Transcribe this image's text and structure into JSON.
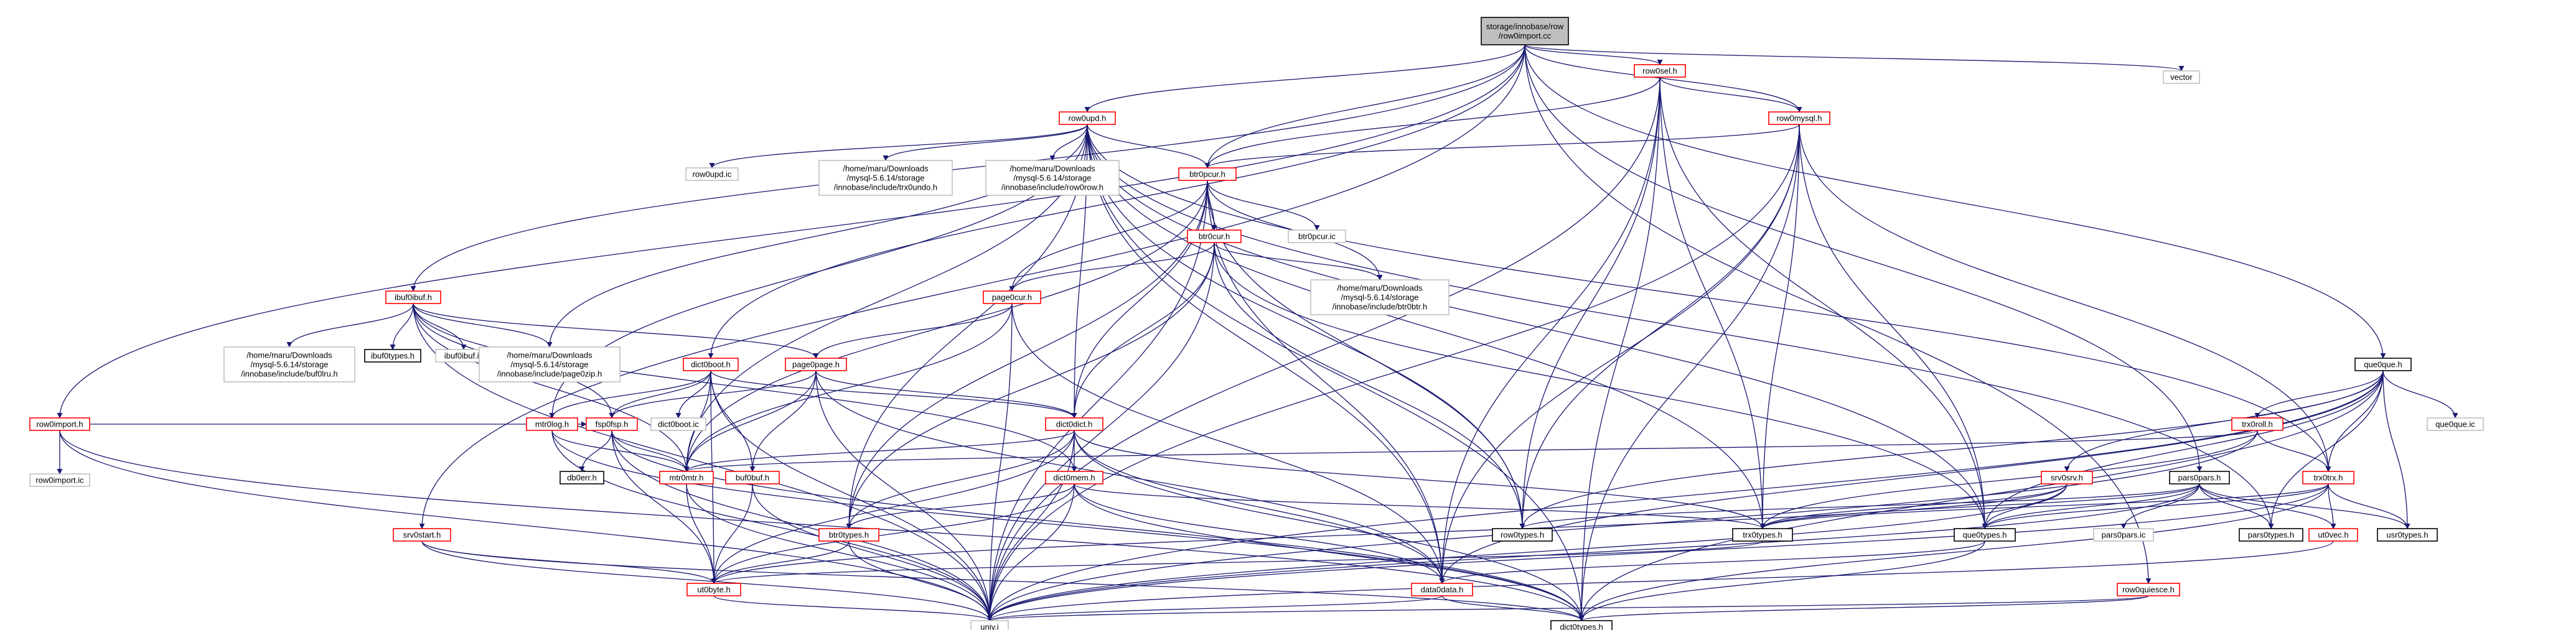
{
  "nodes": [
    {
      "id": "root",
      "style": "root",
      "lines": [
        "storage/innobase/row",
        "/row0import.cc"
      ]
    },
    {
      "id": "vector",
      "style": "plain",
      "lines": [
        "vector"
      ]
    },
    {
      "id": "row0import_h",
      "style": "link",
      "lines": [
        "row0import.h"
      ]
    },
    {
      "id": "row0import_ic",
      "style": "plain",
      "lines": [
        "row0import.ic"
      ]
    },
    {
      "id": "ibuf0ibuf_h",
      "style": "link",
      "lines": [
        "ibuf0ibuf.h"
      ]
    },
    {
      "id": "ibuf_dl",
      "style": "plain",
      "lines": [
        "/home/maru/Downloads",
        "/mysql-5.6.14/storage",
        "/innobase/include/buf0lru.h"
      ]
    },
    {
      "id": "ibuf0types_h",
      "style": "black",
      "lines": [
        "ibuf0types.h"
      ]
    },
    {
      "id": "ibuf0ibuf_ic",
      "style": "plain",
      "lines": [
        "ibuf0ibuf.ic"
      ]
    },
    {
      "id": "pagezip_dl",
      "style": "plain",
      "lines": [
        "/home/maru/Downloads",
        "/mysql-5.6.14/storage",
        "/innobase/include/page0zip.h"
      ]
    },
    {
      "id": "row0upd_h",
      "style": "link",
      "lines": [
        "row0upd.h"
      ]
    },
    {
      "id": "row0upd_ic",
      "style": "plain",
      "lines": [
        "row0upd.ic"
      ]
    },
    {
      "id": "trx0undo_dl",
      "style": "plain",
      "lines": [
        "/home/maru/Downloads",
        "/mysql-5.6.14/storage",
        "/innobase/include/trx0undo.h"
      ]
    },
    {
      "id": "row0row_dl",
      "style": "plain",
      "lines": [
        "/home/maru/Downloads",
        "/mysql-5.6.14/storage",
        "/innobase/include/row0row.h"
      ]
    },
    {
      "id": "btr0pcur_h",
      "style": "link",
      "lines": [
        "btr0pcur.h"
      ]
    },
    {
      "id": "btr0pcur_ic",
      "style": "plain",
      "lines": [
        "btr0pcur.ic"
      ]
    },
    {
      "id": "btr0cur_h",
      "style": "link",
      "lines": [
        "btr0cur.h"
      ]
    },
    {
      "id": "btr0btr_dl",
      "style": "plain",
      "lines": [
        "/home/maru/Downloads",
        "/mysql-5.6.14/storage",
        "/innobase/include/btr0btr.h"
      ]
    },
    {
      "id": "page0cur_h",
      "style": "link",
      "lines": [
        "page0cur.h"
      ]
    },
    {
      "id": "page0page_h",
      "style": "link",
      "lines": [
        "page0page.h"
      ]
    },
    {
      "id": "dict0boot_h",
      "style": "link",
      "lines": [
        "dict0boot.h"
      ]
    },
    {
      "id": "dict0boot_ic",
      "style": "plain",
      "lines": [
        "dict0boot.ic"
      ]
    },
    {
      "id": "mtr0log_h",
      "style": "link",
      "lines": [
        "mtr0log.h"
      ]
    },
    {
      "id": "fsp0fsp_h",
      "style": "link",
      "lines": [
        "fsp0fsp.h"
      ]
    },
    {
      "id": "db0err_h",
      "style": "black",
      "lines": [
        "db0err.h"
      ]
    },
    {
      "id": "mtr0mtr_h",
      "style": "link",
      "lines": [
        "mtr0mtr.h"
      ]
    },
    {
      "id": "buf0buf_h",
      "style": "link",
      "lines": [
        "buf0buf.h"
      ]
    },
    {
      "id": "dict0dict_h",
      "style": "link",
      "lines": [
        "dict0dict.h"
      ]
    },
    {
      "id": "dict0mem_h",
      "style": "link",
      "lines": [
        "dict0mem.h"
      ]
    },
    {
      "id": "btr0types_h",
      "style": "link",
      "lines": [
        "btr0types.h"
      ]
    },
    {
      "id": "row0types_h",
      "style": "black",
      "lines": [
        "row0types.h"
      ]
    },
    {
      "id": "trx0types_h",
      "style": "black",
      "lines": [
        "trx0types.h"
      ]
    },
    {
      "id": "que0types_h",
      "style": "black",
      "lines": [
        "que0types.h"
      ]
    },
    {
      "id": "srv0start_h",
      "style": "link",
      "lines": [
        "srv0start.h"
      ]
    },
    {
      "id": "ut0byte_h",
      "style": "link",
      "lines": [
        "ut0byte.h"
      ]
    },
    {
      "id": "data0data_h",
      "style": "link",
      "lines": [
        "data0data.h"
      ]
    },
    {
      "id": "univ_i",
      "style": "plain",
      "lines": [
        "univ.i"
      ]
    },
    {
      "id": "dict0types_h",
      "style": "black",
      "lines": [
        "dict0types.h"
      ]
    },
    {
      "id": "row0sel_h",
      "style": "link",
      "lines": [
        "row0sel.h"
      ]
    },
    {
      "id": "row0mysql_h",
      "style": "link",
      "lines": [
        "row0mysql.h"
      ]
    },
    {
      "id": "que0que_h",
      "style": "black",
      "lines": [
        "que0que.h"
      ]
    },
    {
      "id": "que0que_ic",
      "style": "plain",
      "lines": [
        "que0que.ic"
      ]
    },
    {
      "id": "trx0roll_h",
      "style": "link",
      "lines": [
        "trx0roll.h"
      ]
    },
    {
      "id": "trx0trx_h",
      "style": "link",
      "lines": [
        "trx0trx.h"
      ]
    },
    {
      "id": "srv0srv_h",
      "style": "link",
      "lines": [
        "srv0srv.h"
      ]
    },
    {
      "id": "pars0pars_h",
      "style": "black",
      "lines": [
        "pars0pars.h"
      ]
    },
    {
      "id": "pars0pars_ic",
      "style": "plain",
      "lines": [
        "pars0pars.ic"
      ]
    },
    {
      "id": "pars0types_h",
      "style": "black",
      "lines": [
        "pars0types.h"
      ]
    },
    {
      "id": "usr0types_h",
      "style": "black",
      "lines": [
        "usr0types.h"
      ]
    },
    {
      "id": "ut0vec_h",
      "style": "link",
      "lines": [
        "ut0vec.h"
      ]
    },
    {
      "id": "row0quiesce_h",
      "style": "link",
      "lines": [
        "row0quiesce.h"
      ]
    }
  ],
  "edges": [
    [
      "root",
      "vector"
    ],
    [
      "root",
      "row0import_h"
    ],
    [
      "root",
      "ibuf0ibuf_h"
    ],
    [
      "root",
      "row0upd_h"
    ],
    [
      "root",
      "btr0pcur_h"
    ],
    [
      "root",
      "dict0boot_h"
    ],
    [
      "root",
      "srv0start_h"
    ],
    [
      "root",
      "row0sel_h"
    ],
    [
      "root",
      "row0mysql_h"
    ],
    [
      "root",
      "que0que_h"
    ],
    [
      "root",
      "pars0pars_h"
    ],
    [
      "root",
      "row0quiesce_h"
    ],
    [
      "row0import_h",
      "row0import_ic"
    ],
    [
      "row0import_h",
      "dict0types_h"
    ],
    [
      "row0import_h",
      "univ_i"
    ],
    [
      "row0import_h",
      "fsp0fsp_h"
    ],
    [
      "ibuf0ibuf_h",
      "ibuf_dl"
    ],
    [
      "ibuf0ibuf_h",
      "ibuf0types_h"
    ],
    [
      "ibuf0ibuf_h",
      "ibuf0ibuf_ic"
    ],
    [
      "ibuf0ibuf_h",
      "pagezip_dl"
    ],
    [
      "ibuf0ibuf_h",
      "page0page_h"
    ],
    [
      "ibuf0ibuf_h",
      "mtr0mtr_h"
    ],
    [
      "ibuf0ibuf_h",
      "fsp0fsp_h"
    ],
    [
      "ibuf0ibuf_h",
      "dict0mem_h"
    ],
    [
      "ibuf0ibuf_h",
      "univ_i"
    ],
    [
      "row0upd_h",
      "row0upd_ic"
    ],
    [
      "row0upd_h",
      "trx0undo_dl"
    ],
    [
      "row0upd_h",
      "row0row_dl"
    ],
    [
      "row0upd_h",
      "btr0pcur_h"
    ],
    [
      "row0upd_h",
      "pagezip_dl"
    ],
    [
      "row0upd_h",
      "mtr0log_h"
    ],
    [
      "row0upd_h",
      "dict0types_h"
    ],
    [
      "row0upd_h",
      "data0data_h"
    ],
    [
      "row0upd_h",
      "row0types_h"
    ],
    [
      "row0upd_h",
      "trx0types_h"
    ],
    [
      "row0upd_h",
      "btr0types_h"
    ],
    [
      "row0upd_h",
      "que0types_h"
    ],
    [
      "row0upd_h",
      "pars0types_h"
    ],
    [
      "row0upd_h",
      "trx0trx_h"
    ],
    [
      "row0upd_h",
      "dict0dict_h"
    ],
    [
      "row0upd_h",
      "mtr0mtr_h"
    ],
    [
      "btr0pcur_h",
      "btr0pcur_ic"
    ],
    [
      "btr0pcur_h",
      "btr0cur_h"
    ],
    [
      "btr0pcur_h",
      "btr0btr_dl"
    ],
    [
      "btr0pcur_h",
      "page0cur_h"
    ],
    [
      "btr0pcur_h",
      "dict0dict_h"
    ],
    [
      "btr0pcur_h",
      "data0data_h"
    ],
    [
      "btr0pcur_h",
      "mtr0mtr_h"
    ],
    [
      "btr0pcur_h",
      "btr0types_h"
    ],
    [
      "btr0pcur_h",
      "univ_i"
    ],
    [
      "btr0pcur_h",
      "row0types_h"
    ],
    [
      "btr0cur_h",
      "btr0btr_dl"
    ],
    [
      "btr0cur_h",
      "page0cur_h"
    ],
    [
      "btr0cur_h",
      "dict0dict_h"
    ],
    [
      "btr0cur_h",
      "btr0types_h"
    ],
    [
      "btr0cur_h",
      "row0types_h"
    ],
    [
      "btr0cur_h",
      "que0types_h"
    ],
    [
      "btr0cur_h",
      "univ_i"
    ],
    [
      "page0cur_h",
      "page0page_h"
    ],
    [
      "page0cur_h",
      "univ_i"
    ],
    [
      "page0cur_h",
      "mtr0mtr_h"
    ],
    [
      "page0cur_h",
      "data0data_h"
    ],
    [
      "page0page_h",
      "fsp0fsp_h"
    ],
    [
      "page0page_h",
      "mtr0mtr_h"
    ],
    [
      "page0page_h",
      "buf0buf_h"
    ],
    [
      "page0page_h",
      "dict0dict_h"
    ],
    [
      "page0page_h",
      "data0data_h"
    ],
    [
      "page0page_h",
      "univ_i"
    ],
    [
      "dict0boot_h",
      "dict0boot_ic"
    ],
    [
      "dict0boot_h",
      "mtr0log_h"
    ],
    [
      "dict0boot_h",
      "fsp0fsp_h"
    ],
    [
      "dict0boot_h",
      "mtr0mtr_h"
    ],
    [
      "dict0boot_h",
      "buf0buf_h"
    ],
    [
      "dict0boot_h",
      "dict0dict_h"
    ],
    [
      "dict0boot_h",
      "ut0byte_h"
    ],
    [
      "dict0boot_h",
      "univ_i"
    ],
    [
      "mtr0log_h",
      "mtr0mtr_h"
    ],
    [
      "mtr0log_h",
      "dict0types_h"
    ],
    [
      "mtr0log_h",
      "univ_i"
    ],
    [
      "fsp0fsp_h",
      "db0err_h"
    ],
    [
      "fsp0fsp_h",
      "mtr0mtr_h"
    ],
    [
      "fsp0fsp_h",
      "ut0byte_h"
    ],
    [
      "fsp0fsp_h",
      "univ_i"
    ],
    [
      "fsp0fsp_h",
      "dict0types_h"
    ],
    [
      "mtr0mtr_h",
      "ut0byte_h"
    ],
    [
      "mtr0mtr_h",
      "univ_i"
    ],
    [
      "buf0buf_h",
      "ut0byte_h"
    ],
    [
      "buf0buf_h",
      "univ_i"
    ],
    [
      "dict0dict_h",
      "dict0mem_h"
    ],
    [
      "dict0dict_h",
      "data0data_h"
    ],
    [
      "dict0dict_h",
      "dict0types_h"
    ],
    [
      "dict0dict_h",
      "trx0types_h"
    ],
    [
      "dict0dict_h",
      "univ_i"
    ],
    [
      "dict0dict_h",
      "ut0byte_h"
    ],
    [
      "dict0dict_h",
      "btr0types_h"
    ],
    [
      "dict0dict_h",
      "mtr0mtr_h"
    ],
    [
      "dict0mem_h",
      "btr0types_h"
    ],
    [
      "dict0mem_h",
      "dict0types_h"
    ],
    [
      "dict0mem_h",
      "data0data_h"
    ],
    [
      "dict0mem_h",
      "ut0byte_h"
    ],
    [
      "dict0mem_h",
      "univ_i"
    ],
    [
      "dict0mem_h",
      "trx0types_h"
    ],
    [
      "btr0types_h",
      "univ_i"
    ],
    [
      "btr0types_h",
      "ut0byte_h"
    ],
    [
      "trx0types_h",
      "ut0byte_h"
    ],
    [
      "que0types_h",
      "data0data_h"
    ],
    [
      "que0types_h",
      "dict0types_h"
    ],
    [
      "srv0start_h",
      "ut0byte_h"
    ],
    [
      "srv0start_h",
      "univ_i"
    ],
    [
      "srv0start_h",
      "dict0types_h"
    ],
    [
      "ut0byte_h",
      "univ_i"
    ],
    [
      "data0data_h",
      "univ_i"
    ],
    [
      "data0data_h",
      "dict0types_h"
    ],
    [
      "row0sel_h",
      "row0mysql_h"
    ],
    [
      "row0sel_h",
      "btr0pcur_h"
    ],
    [
      "row0sel_h",
      "row0types_h"
    ],
    [
      "row0sel_h",
      "trx0types_h"
    ],
    [
      "row0sel_h",
      "que0types_h"
    ],
    [
      "row0sel_h",
      "dict0types_h"
    ],
    [
      "row0sel_h",
      "data0data_h"
    ],
    [
      "row0sel_h",
      "univ_i"
    ],
    [
      "row0mysql_h",
      "btr0pcur_h"
    ],
    [
      "row0mysql_h",
      "trx0trx_h"
    ],
    [
      "row0mysql_h",
      "row0types_h"
    ],
    [
      "row0mysql_h",
      "trx0types_h"
    ],
    [
      "row0mysql_h",
      "que0types_h"
    ],
    [
      "row0mysql_h",
      "data0data_h"
    ],
    [
      "row0mysql_h",
      "univ_i"
    ],
    [
      "row0mysql_h",
      "dict0types_h"
    ],
    [
      "que0que_h",
      "que0que_ic"
    ],
    [
      "que0que_h",
      "trx0roll_h"
    ],
    [
      "que0que_h",
      "trx0trx_h"
    ],
    [
      "que0que_h",
      "srv0srv_h"
    ],
    [
      "que0que_h",
      "usr0types_h"
    ],
    [
      "que0que_h",
      "row0types_h"
    ],
    [
      "que0que_h",
      "pars0types_h"
    ],
    [
      "que0que_h",
      "que0types_h"
    ],
    [
      "que0que_h",
      "dict0types_h"
    ],
    [
      "que0que_h",
      "univ_i"
    ],
    [
      "que0que_h",
      "data0data_h"
    ],
    [
      "trx0roll_h",
      "trx0trx_h"
    ],
    [
      "trx0roll_h",
      "trx0types_h"
    ],
    [
      "trx0roll_h",
      "mtr0mtr_h"
    ],
    [
      "trx0roll_h",
      "univ_i"
    ],
    [
      "trx0trx_h",
      "usr0types_h"
    ],
    [
      "trx0trx_h",
      "ut0vec_h"
    ],
    [
      "trx0trx_h",
      "trx0types_h"
    ],
    [
      "trx0trx_h",
      "que0types_h"
    ],
    [
      "trx0trx_h",
      "dict0types_h"
    ],
    [
      "trx0trx_h",
      "univ_i"
    ],
    [
      "srv0srv_h",
      "que0types_h"
    ],
    [
      "srv0srv_h",
      "trx0types_h"
    ],
    [
      "srv0srv_h",
      "univ_i"
    ],
    [
      "srv0srv_h",
      "ut0byte_h"
    ],
    [
      "pars0pars_h",
      "pars0pars_ic"
    ],
    [
      "pars0pars_h",
      "pars0types_h"
    ],
    [
      "pars0pars_h",
      "que0types_h"
    ],
    [
      "pars0pars_h",
      "usr0types_h"
    ],
    [
      "pars0pars_h",
      "row0types_h"
    ],
    [
      "pars0pars_h",
      "trx0types_h"
    ],
    [
      "pars0pars_h",
      "ut0vec_h"
    ],
    [
      "pars0pars_h",
      "univ_i"
    ],
    [
      "ut0vec_h",
      "univ_i"
    ],
    [
      "row0quiesce_h",
      "univ_i"
    ],
    [
      "row0quiesce_h",
      "dict0types_h"
    ]
  ],
  "colors": {
    "edge": "#191970",
    "link_border": "#ff0000",
    "black_border": "#000000",
    "plain_border": "#bfbfbf",
    "root_fill": "#bfbfbf",
    "text": "#000000"
  }
}
